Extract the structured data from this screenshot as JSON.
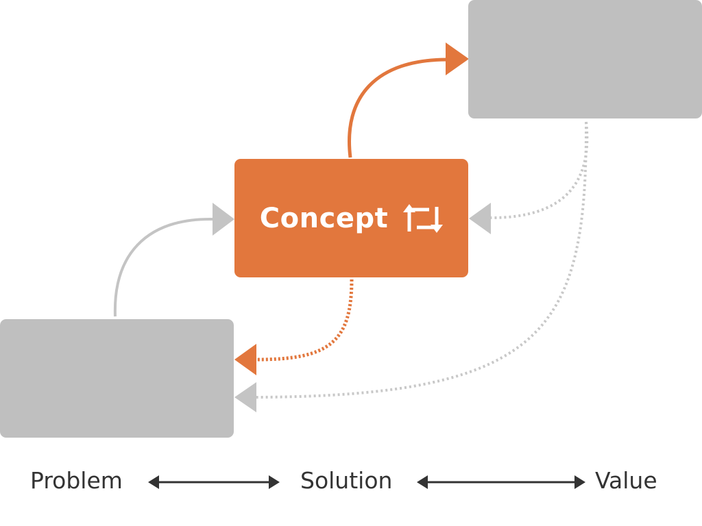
{
  "boxes": {
    "value_box": {
      "color": "#bfbfbf"
    },
    "concept_box": {
      "label": "Concept",
      "color": "#e2773d",
      "icon": "cycle-arrows-icon"
    },
    "problem_box": {
      "color": "#bfbfbf"
    }
  },
  "axis": {
    "labels": [
      "Problem",
      "Solution",
      "Value"
    ],
    "arrow_color": "#333333"
  },
  "connectors": {
    "solid_orange": "#e2773d",
    "dotted_orange": "#e2773d",
    "gray": "#c8c8c8"
  }
}
